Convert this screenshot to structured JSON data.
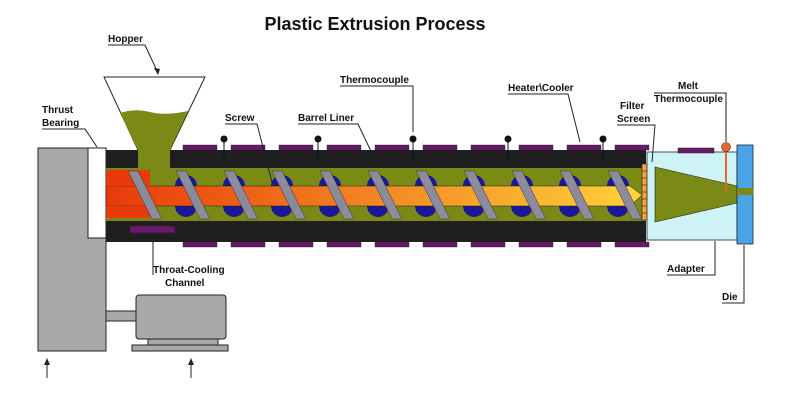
{
  "title": "Plastic Extrusion Process",
  "labels": {
    "hopper": "Hopper",
    "thrust_line1": "Thrust",
    "thrust_line2": "Bearing",
    "screw": "Screw",
    "barrel_liner": "Barrel Liner",
    "thermocouple": "Thermocouple",
    "heater_cooler": "Heater\\Cooler",
    "filter_line1": "Filter",
    "filter_line2": "Screen",
    "melt_line1": "Melt",
    "melt_line2": "Thermocouple",
    "throat_line1": "Throat-Cooling",
    "throat_line2": "Channel",
    "adapter": "Adapter",
    "die": "Die"
  },
  "colors": {
    "barrel": "#1f1f1f",
    "polymer": "#7a8a14",
    "screw_hot": "#ffd23a",
    "screw_cold": "#e83a0a",
    "flight": "#8b8b9b",
    "heater": "#6a1a6e",
    "lobe": "#1b1896",
    "frame": "#a9a9a9",
    "adapter": "#cdf3f7",
    "die": "#4aa3e6",
    "filter": "#f7a23a",
    "melt_probe": "#e26a2c"
  }
}
